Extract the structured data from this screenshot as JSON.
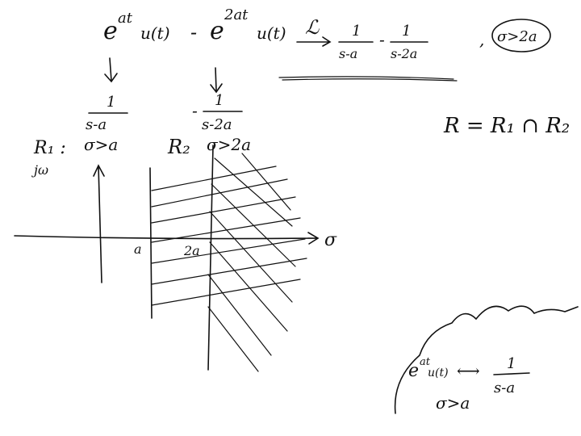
{
  "equation": {
    "lhs_term1_base": "e",
    "lhs_term1_exp": "at",
    "lhs_term1_fn": "u(t)",
    "minus": "-",
    "lhs_term2_base": "e",
    "lhs_term2_exp": "2at",
    "lhs_term2_fn": "u(t)",
    "transform_symbol": "ℒ",
    "rhs_num1": "1",
    "rhs_den1": "s-a",
    "rhs_minus": "-",
    "rhs_num2": "1",
    "rhs_den2": "s-2a",
    "comma": ",",
    "roc_circled": "σ>2a"
  },
  "term_transforms": {
    "num1": "1",
    "den1": "s-a",
    "minus": "-",
    "num2": "1",
    "den2": "s-2a"
  },
  "roc": {
    "r1_label": "R₁ :",
    "r1_cond": "σ>a",
    "r2_label": "R₂",
    "r2_cond": "σ>2a",
    "intersection": "R = R₁ ∩ R₂"
  },
  "plane": {
    "imag_axis_label": "jω",
    "real_axis_label": "σ",
    "tick_a": "a",
    "tick_2a": "2a"
  },
  "cloud_note": {
    "base": "e",
    "exp": "at",
    "fn": "u(t)",
    "arrow": "⟷",
    "num": "1",
    "den": "s-a",
    "cond": "σ>a"
  },
  "ink_color": "#111111"
}
